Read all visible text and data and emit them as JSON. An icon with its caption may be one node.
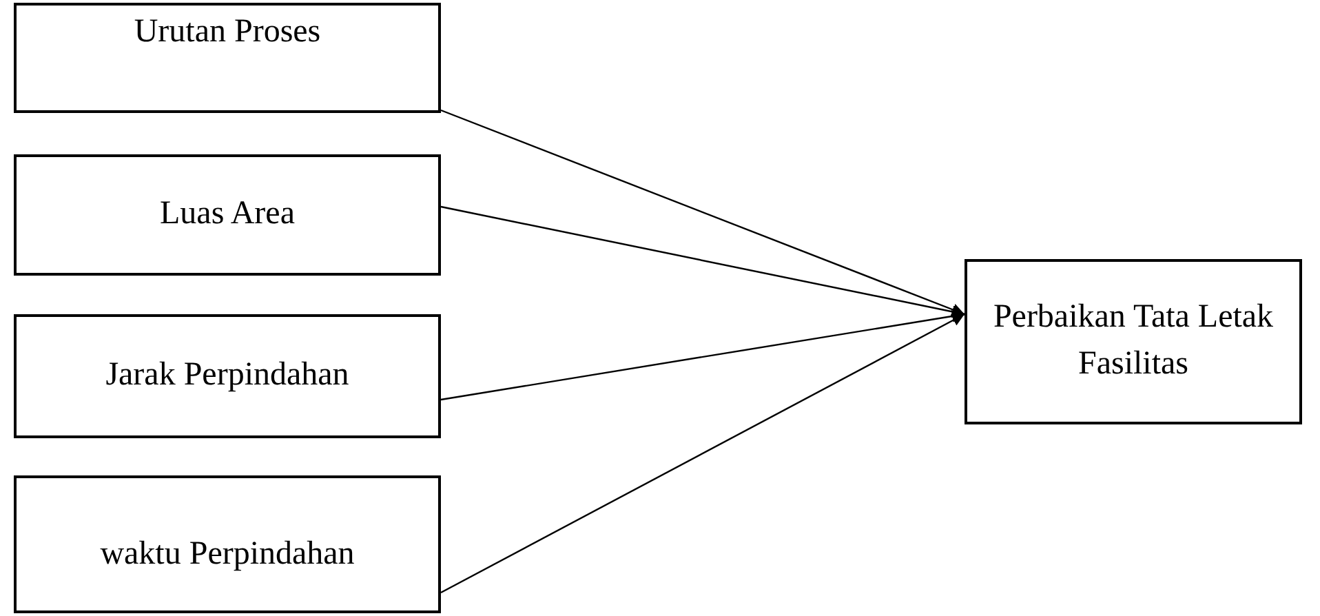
{
  "diagram": {
    "nodes": [
      {
        "text": [
          "Urutan Proses"
        ]
      },
      {
        "text": [
          "Luas Area"
        ]
      },
      {
        "text": [
          "Jarak Perpindahan"
        ]
      },
      {
        "text": [
          "waktu Perpindahan"
        ]
      },
      {
        "text": [
          "Perbaikan Tata Letak Fasilitas"
        ]
      }
    ],
    "edges": [
      {
        "from": 0,
        "to": 4,
        "arrow": "to"
      },
      {
        "from": 1,
        "to": 4,
        "arrow": "to"
      },
      {
        "from": 2,
        "to": 4,
        "arrow": "to"
      },
      {
        "from": 3,
        "to": 4,
        "arrow": "to"
      }
    ]
  }
}
